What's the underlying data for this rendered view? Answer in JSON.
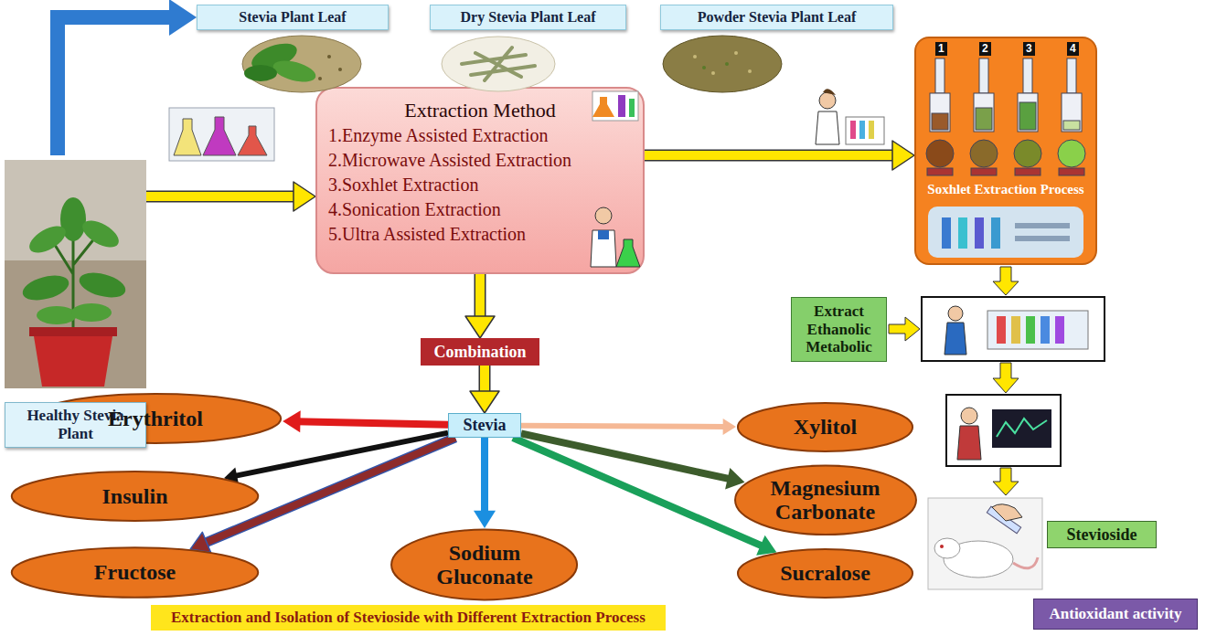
{
  "diagram": {
    "caption": "Extraction and Isolation of Stevioside with Different Extraction Process",
    "nodes": [
      {
        "text": [
          "Stevia Plant Leaf"
        ]
      },
      {
        "text": [
          "Dry Stevia Plant Leaf"
        ]
      },
      {
        "text": [
          "Powder Stevia Plant Leaf"
        ]
      },
      {
        "text": [
          "Extraction Method",
          "1.Enzyme Assisted Extraction",
          "2.Microwave Assisted Extraction",
          "3.Soxhlet Extraction",
          "4.Sonication Extraction",
          "5.Ultra Assisted Extraction"
        ]
      },
      {
        "text": [
          "Soxhlet Extraction Process"
        ]
      },
      {
        "text": [
          "Healthy Stevia Plant"
        ]
      },
      {
        "text": [
          "Combination"
        ]
      },
      {
        "text": [
          "Extract Ethanolic Metabolic"
        ]
      },
      {
        "text": [
          "Stevia"
        ]
      },
      {
        "text": [
          "Erythritol"
        ]
      },
      {
        "text": [
          "Xylitol"
        ]
      },
      {
        "text": [
          "Insulin"
        ]
      },
      {
        "text": [
          "Magnesium Carbonate"
        ]
      },
      {
        "text": [
          "Fructose"
        ]
      },
      {
        "text": [
          "Sodium Gluconate"
        ]
      },
      {
        "text": [
          "Sucralose"
        ]
      },
      {
        "text": [
          "Stevioside"
        ]
      },
      {
        "text": [
          "Antioxidant activity"
        ]
      }
    ],
    "edges": [
      {
        "from": 5,
        "to": 0,
        "arrow": "to"
      },
      {
        "from": 5,
        "to": 3,
        "arrow": "to"
      },
      {
        "from": 3,
        "to": 4,
        "arrow": "to"
      },
      {
        "from": 3,
        "to": 6,
        "arrow": "to"
      },
      {
        "from": 6,
        "to": 8,
        "arrow": "to"
      },
      {
        "from": 8,
        "to": 9,
        "arrow": "to"
      },
      {
        "from": 8,
        "to": 10,
        "arrow": "to"
      },
      {
        "from": 8,
        "to": 11,
        "arrow": "to"
      },
      {
        "from": 8,
        "to": 12,
        "arrow": "to"
      },
      {
        "from": 8,
        "to": 13,
        "arrow": "to"
      },
      {
        "from": 8,
        "to": 14,
        "arrow": "to"
      },
      {
        "from": 8,
        "to": 15,
        "arrow": "to"
      }
    ],
    "labels": [
      "1",
      "2",
      "3",
      "4"
    ]
  }
}
